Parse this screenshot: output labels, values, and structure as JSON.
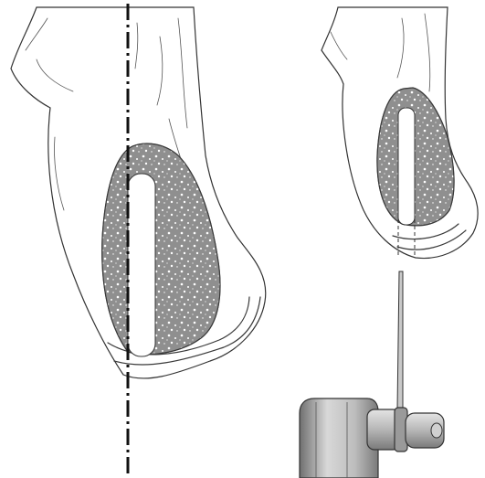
{
  "figure": {
    "panels": [
      "left-bone-cross-section",
      "right-bone-cross-section"
    ],
    "colors": {
      "outline": "#3a3a3a",
      "marrow": "#8f8f8f",
      "marrow_speckle": "#ffffff",
      "tool_body": "#b8b8b8",
      "tool_shadow": "#7d7d7d",
      "axis_line": "#111111"
    },
    "icons": [
      "dash-dot-axis-line",
      "saw-blade",
      "rotary-tool"
    ]
  }
}
